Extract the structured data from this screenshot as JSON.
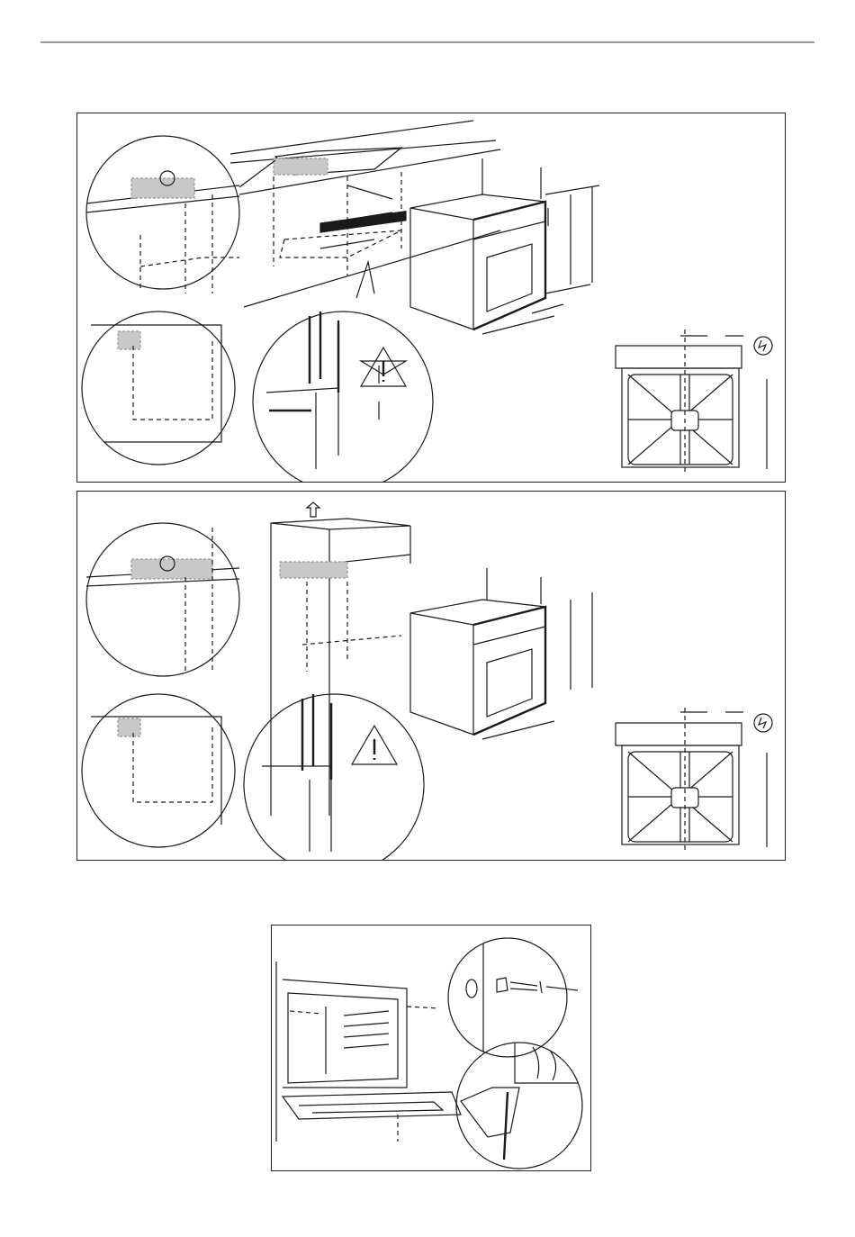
{
  "page": {
    "figures": [
      {
        "id": "built-in-under-counter",
        "icons": [
          "electric-connection-icon",
          "warning-icon"
        ]
      },
      {
        "id": "built-in-column",
        "icons": [
          "arrow-up-icon",
          "electric-connection-icon",
          "warning-icon"
        ]
      },
      {
        "id": "securing-oven-to-cabinet",
        "icons": [
          "screw-icon"
        ]
      }
    ],
    "colors": {
      "line": "#1a1a1a",
      "highlight": "#c8c8c8",
      "rule": "#9a9a9a"
    }
  }
}
